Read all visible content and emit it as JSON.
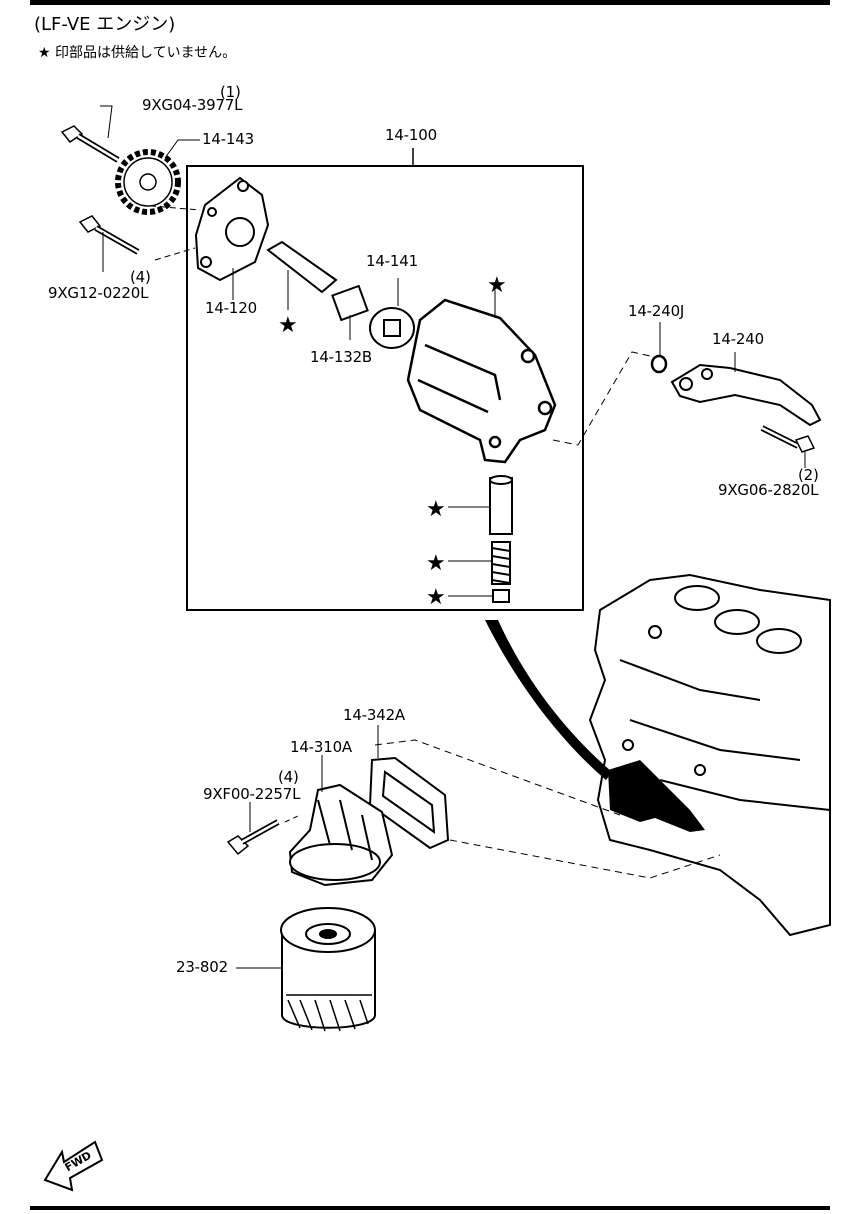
{
  "header": {
    "title": "(LF-VE エンジン)",
    "note": "★ 印部品は供給していません。"
  },
  "labels": {
    "bolt_qty_1": "(1)",
    "bolt_9xg04": "9XG04-3977L",
    "sprocket": "14-143",
    "pump_assy": "14-100",
    "bolt_9xg12": "9XG12-0220L",
    "bolt_qty_4a": "(4)",
    "cover": "14-120",
    "rotor": "14-141",
    "coupling": "14-132B",
    "oring": "14-240J",
    "pipe": "14-240",
    "bolt_qty_2": "(2)",
    "bolt_9xg06": "9XG06-2820L",
    "gasket": "14-342A",
    "filter_body": "14-310A",
    "bolt_qty_4b": "(4)",
    "bolt_9xf00": "9XF00-2257L",
    "filter": "23-802",
    "fwd": "FWD"
  }
}
